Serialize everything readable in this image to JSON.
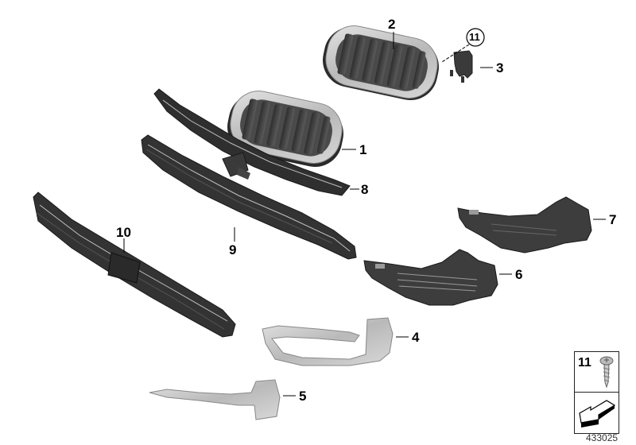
{
  "diagram": {
    "type": "exploded-parts-diagram",
    "subject": "Front grille / bumper trim components",
    "diagram_number": "433025",
    "parts": [
      {
        "number": "1",
        "name": "Kidney grille (left)"
      },
      {
        "number": "2",
        "name": "Kidney grille (right)"
      },
      {
        "number": "3",
        "name": "Bracket / clip"
      },
      {
        "number": "4",
        "name": "Trim strip (chrome, fog lamp surround)"
      },
      {
        "number": "5",
        "name": "Trim strip (chrome, lower)"
      },
      {
        "number": "6",
        "name": "Side grille (left)"
      },
      {
        "number": "7",
        "name": "Side grille (right)"
      },
      {
        "number": "8",
        "name": "Grille carrier (upper)"
      },
      {
        "number": "9",
        "name": "Grille (middle)"
      },
      {
        "number": "10",
        "name": "Grille (lower) with plate"
      }
    ],
    "callout_circle": "11",
    "legend": {
      "item_number": "11",
      "item_icon": "screw-icon",
      "arrow_icon": "direction-arrow-icon"
    },
    "colors": {
      "background": "#ffffff",
      "part_dark": "#3a3a3a",
      "part_chrome": "#c8c8c8",
      "leader_line": "#000000"
    }
  }
}
